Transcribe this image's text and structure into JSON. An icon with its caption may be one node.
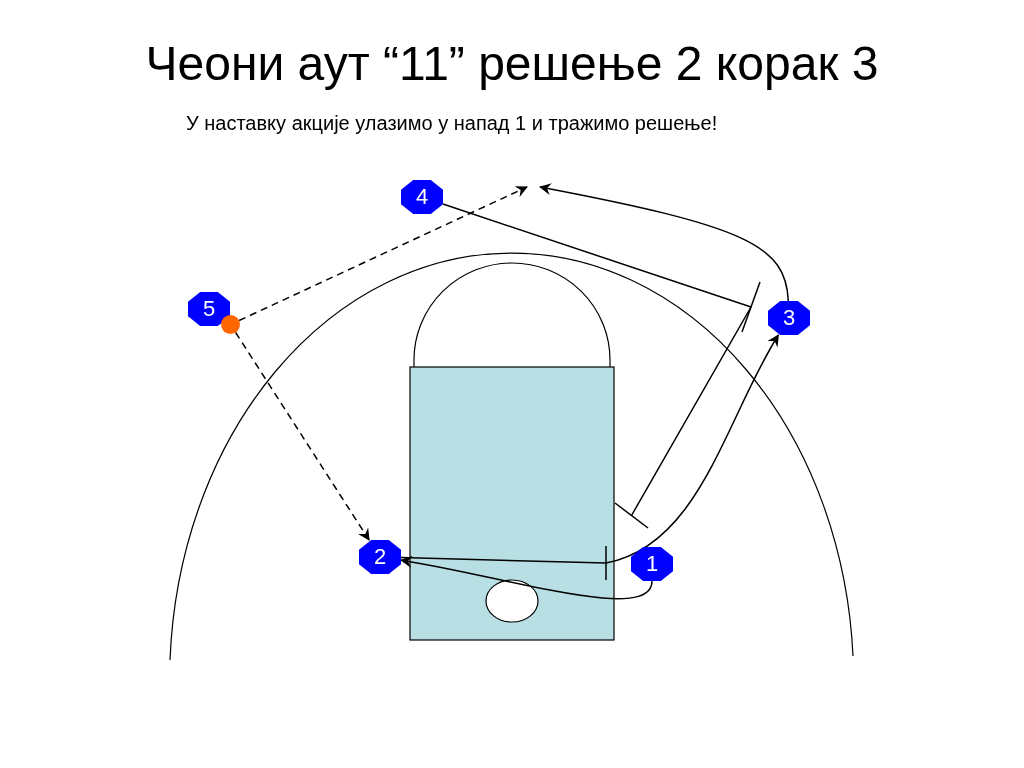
{
  "diagram": {
    "title": "Чеони аут “11” решење 2 корак 3",
    "nodes": [
      {
        "text": [
          "5"
        ]
      },
      {
        "text": [],
        "shape": "circle"
      },
      {
        "text": [
          "4"
        ]
      },
      {
        "text": [
          "3"
        ]
      },
      {
        "text": [
          "2"
        ]
      },
      {
        "text": [
          "1"
        ]
      },
      {
        "text": [],
        "shape": "bar"
      },
      {
        "text": [],
        "shape": "bar"
      },
      {
        "text": [],
        "shape": "bar"
      }
    ],
    "edges": [
      {
        "from": 1,
        "to": 4,
        "arrow": "to",
        "style": "dashed"
      },
      {
        "from": 1,
        "to": null,
        "arrow": "to",
        "style": "dashed"
      },
      {
        "from": 3,
        "to": null,
        "arrow": "to"
      },
      {
        "from": 2,
        "to": 6,
        "arrow": "none"
      },
      {
        "from": 6,
        "to": 7,
        "arrow": "none"
      },
      {
        "from": 4,
        "to": 8,
        "arrow": "none"
      },
      {
        "from": 8,
        "to": 3,
        "arrow": "to"
      },
      {
        "from": 5,
        "to": 4,
        "arrow": "to"
      }
    ],
    "labels": [
      "У наставку акције улазимо у напад 1 и тражимо решење!"
    ]
  }
}
